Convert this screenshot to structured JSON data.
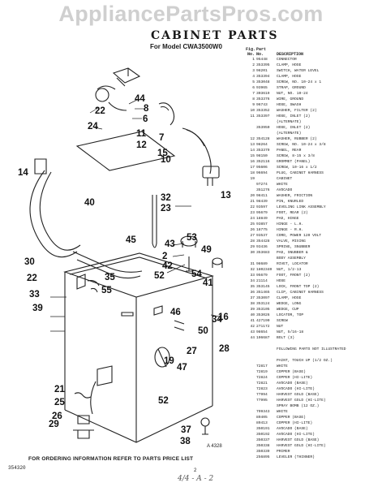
{
  "watermark": "AppliancePartsPros.com",
  "title": "CABINET PARTS",
  "subtitle": "For Model CWA3500W0",
  "headers": {
    "fig_line1": "Fig.",
    "fig_line2": "No.",
    "part_line1": "Part",
    "part_line2": "No.",
    "description": "DESCRIPTION"
  },
  "parts": [
    {
      "no": "1",
      "part": "95448",
      "desc": "CONNECTOR"
    },
    {
      "no": "2",
      "part": "353395",
      "desc": "CLAMP, HOSE"
    },
    {
      "no": "3",
      "part": "98201",
      "desc": "SWITCH, WATER LEVEL"
    },
    {
      "no": "4",
      "part": "353394",
      "desc": "CLAMP, HOSE"
    },
    {
      "no": "5",
      "part": "353048",
      "desc": "SCREW, NO. 10-24 x 1"
    },
    {
      "no": "6",
      "part": "93965",
      "desc": "STRAP, GROUND"
    },
    {
      "no": "7",
      "part": "303619",
      "desc": "NUT, NO. 10-24"
    },
    {
      "no": "8",
      "part": "353376",
      "desc": "WIRE, GROUND"
    },
    {
      "no": "9",
      "part": "96743",
      "desc": "HOSE, SWASH"
    },
    {
      "no": "10",
      "part": "353352",
      "desc": "WASHER, FILTER (2)"
    },
    {
      "no": "11",
      "part": "353397",
      "desc": "HOSE, INLET (2)"
    },
    {
      "no": "",
      "part": "",
      "desc": "(ALTERNATE)"
    },
    {
      "no": "",
      "part": "353950",
      "desc": "HOSE, INLET (2)"
    },
    {
      "no": "",
      "part": "",
      "desc": "(ALTERNATE)"
    },
    {
      "no": "12",
      "part": "354128",
      "desc": "WASHER, RUBBER (2)"
    },
    {
      "no": "13",
      "part": "98264",
      "desc": "SCREW, NO. 10-24 x 3/8"
    },
    {
      "no": "14",
      "part": "353379",
      "desc": "PANEL, REAR"
    },
    {
      "no": "15",
      "part": "98150",
      "desc": "SCREW, 8-15 x 3/8"
    },
    {
      "no": "16",
      "part": "352116",
      "desc": "GROMMET (PANEL)"
    },
    {
      "no": "17",
      "part": "95606",
      "desc": "SCREW, 10-16 x 1/2"
    },
    {
      "no": "18",
      "part": "96694",
      "desc": "PLUG, CABINET HARNESS"
    },
    {
      "no": "19",
      "part": "",
      "desc": "CABINET"
    },
    {
      "no": "",
      "part": "97274",
      "desc": "WHITE"
    },
    {
      "no": "",
      "part": "351276",
      "desc": "AVOCADO"
    },
    {
      "no": "20",
      "part": "98411",
      "desc": "WASHER, FRICTION"
    },
    {
      "no": "21",
      "part": "98439",
      "desc": "PIN, KNURLED"
    },
    {
      "no": "22",
      "part": "93597",
      "desc": "LEVELING LINK ASSEMBLY"
    },
    {
      "no": "23",
      "part": "95679",
      "desc": "FOOT, REAR (2)"
    },
    {
      "no": "24",
      "part": "18849",
      "desc": "PAD, HINGE"
    },
    {
      "no": "25",
      "part": "93857",
      "desc": "HINGE - L.H."
    },
    {
      "no": "26",
      "part": "18775",
      "desc": "HINGE - R.H."
    },
    {
      "no": "27",
      "part": "93537",
      "desc": "CORD, POWER 120 VOLT"
    },
    {
      "no": "28",
      "part": "354428",
      "desc": "VALVE, MIXING"
    },
    {
      "no": "29",
      "part": "93436",
      "desc": "SPRING, SNUBBER"
    },
    {
      "no": "30",
      "part": "353683",
      "desc": "PAD, SNUBBER &"
    },
    {
      "no": "",
      "part": "",
      "desc": "BODY ASSEMBLY"
    },
    {
      "no": "31",
      "part": "98689",
      "desc": "RIVET, LOCATOR"
    },
    {
      "no": "32",
      "part": "1802340",
      "desc": "NUT, 1/2-13"
    },
    {
      "no": "33",
      "part": "95679",
      "desc": "FOOT, FRONT (2)"
    },
    {
      "no": "34",
      "part": "21114",
      "desc": "HOSE"
    },
    {
      "no": "35",
      "part": "353145",
      "desc": "LOCK, FRONT TOP (2)"
    },
    {
      "no": "36",
      "part": "351465",
      "desc": "CLIP, CABINET HARNESS"
    },
    {
      "no": "37",
      "part": "353097",
      "desc": "CLAMP, HOSE"
    },
    {
      "no": "38",
      "part": "353124",
      "desc": "WEDGE, LONG"
    },
    {
      "no": "39",
      "part": "353105",
      "desc": "WEDGE, CUP"
    },
    {
      "no": "40",
      "part": "353026",
      "desc": "LOCATOR, TOP"
    },
    {
      "no": "41",
      "part": "427190",
      "desc": "SCREW"
    },
    {
      "no": "42",
      "part": "271172",
      "desc": "NUT"
    },
    {
      "no": "43",
      "part": "98654",
      "desc": "NUT, 5/16-18"
    },
    {
      "no": "44",
      "part": "106687",
      "desc": "BOLT (3)"
    },
    {
      "no": "",
      "part": "",
      "desc": ""
    },
    {
      "no": "",
      "part": "",
      "desc": "FOLLOWING PARTS NOT ILLUSTRATED"
    },
    {
      "no": "",
      "part": "",
      "desc": ""
    },
    {
      "no": "",
      "part": "",
      "desc": "PAINT, TOUCH UP (1/2 OZ.)"
    },
    {
      "no": "",
      "part": "72817",
      "desc": "WHITE"
    },
    {
      "no": "",
      "part": "72819",
      "desc": "COPPER (BASE)"
    },
    {
      "no": "",
      "part": "72824",
      "desc": "COPPER (HI-LITE)"
    },
    {
      "no": "",
      "part": "72821",
      "desc": "AVOCADO (BASE)"
    },
    {
      "no": "",
      "part": "72823",
      "desc": "AVOCADO (HI-LITE)"
    },
    {
      "no": "",
      "part": "77994",
      "desc": "HARVEST GOLD (BASE)"
    },
    {
      "no": "",
      "part": "77995",
      "desc": "HARVEST GOLD (HI-LITE)"
    },
    {
      "no": "",
      "part": "",
      "desc": "SPRAY BOMB (12 OZ.)"
    },
    {
      "no": "",
      "part": "799343",
      "desc": "WHITE"
    },
    {
      "no": "",
      "part": "89405",
      "desc": "COPPER (BASE)"
    },
    {
      "no": "",
      "part": "89413",
      "desc": "COPPER (HI-LITE)"
    },
    {
      "no": "",
      "part": "350191",
      "desc": "AVOCADO (BASE)"
    },
    {
      "no": "",
      "part": "350192",
      "desc": "AVOCADO (HI-LITE)"
    },
    {
      "no": "",
      "part": "350337",
      "desc": "HARVEST GOLD (BASE)"
    },
    {
      "no": "",
      "part": "350338",
      "desc": "HARVEST GOLD (HI-LITE)"
    },
    {
      "no": "",
      "part": "350339",
      "desc": "PRIMER"
    },
    {
      "no": "",
      "part": "256895",
      "desc": "LEVELER (THINNER)"
    }
  ],
  "callouts": [
    "44",
    "22",
    "24",
    "8",
    "6",
    "11",
    "12",
    "7",
    "15",
    "10",
    "14",
    "40",
    "32",
    "23",
    "13",
    "45",
    "43",
    "53",
    "49",
    "30",
    "2",
    "42",
    "52",
    "54",
    "35",
    "41",
    "22",
    "33",
    "39",
    "55",
    "46",
    "34",
    "16",
    "50",
    "19",
    "28",
    "27",
    "47",
    "52",
    "21",
    "25",
    "26",
    "29",
    "37",
    "38"
  ],
  "figure_code": "A 4328",
  "footer": "FOR ORDERING INFORMATION REFER TO PARTS PRICE LIST",
  "doc_code": "354320",
  "page_number": "2",
  "handwritten": "4/4 - A - 2"
}
